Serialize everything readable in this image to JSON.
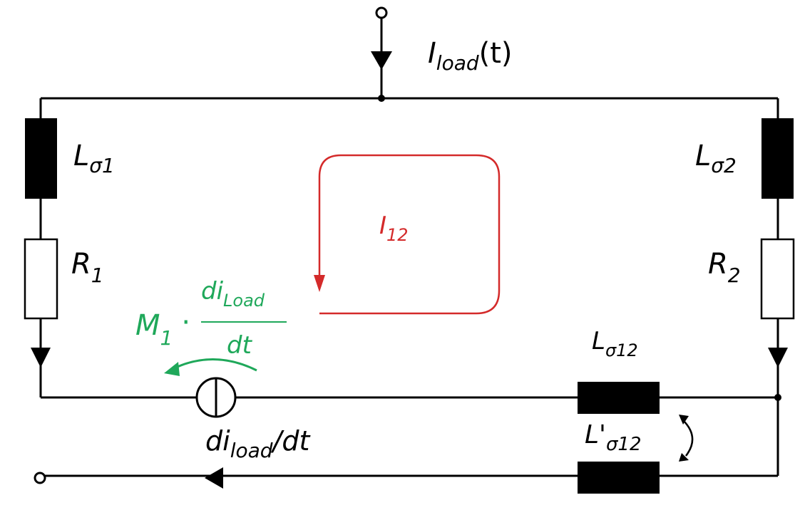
{
  "colors": {
    "wire": "#000000",
    "loop": "#d42a2a",
    "induced": "#1fa85a",
    "background": "#ffffff"
  },
  "labels": {
    "i_load": {
      "main": "I",
      "sub": "load",
      "suffix": "(t)"
    },
    "l_sigma1": {
      "main": "L",
      "sub": "σ1"
    },
    "l_sigma2": {
      "main": "L",
      "sub": "σ2"
    },
    "r1": {
      "main": "R",
      "sub": "1"
    },
    "r2": {
      "main": "R",
      "sub": "2"
    },
    "i12": {
      "main": "I",
      "sub": "12"
    },
    "m1": {
      "main": "M",
      "sub": "1",
      "dot": "·"
    },
    "di_load_frac_num": {
      "main": "di",
      "sub": "Load"
    },
    "di_load_frac_den": {
      "text": "dt"
    },
    "l_sigma12": {
      "main": "L",
      "sub": "σ12"
    },
    "l_sigma12_prime": {
      "main": "L'",
      "sub": "σ12"
    },
    "source": {
      "main": "di",
      "sub": "load",
      "suffix": "/dt"
    }
  },
  "icons": {
    "source_symbol": "current-source-icon",
    "loop_arrow": "circulating-current-arrow",
    "coupling_arrow": "mutual-coupling-arrow"
  }
}
